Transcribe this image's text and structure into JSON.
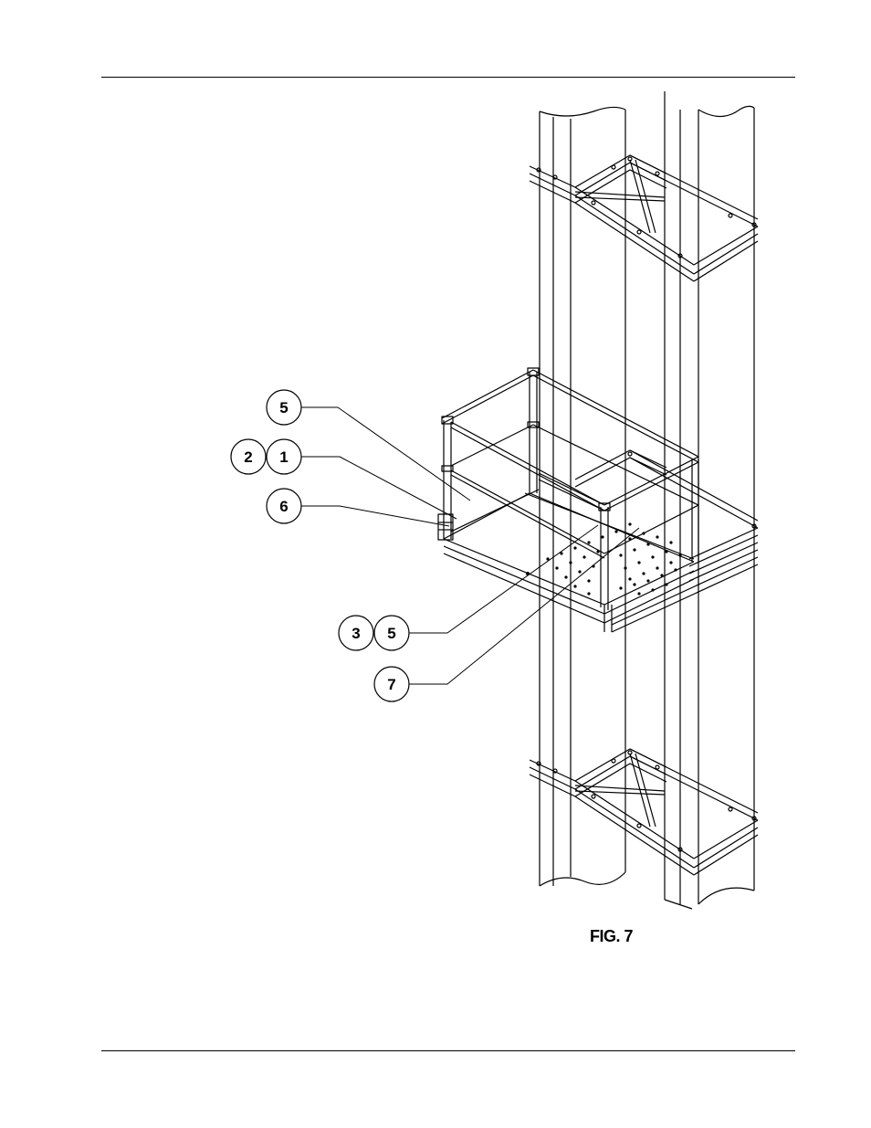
{
  "callouts": [
    {
      "id": "a",
      "labels": [
        "5"
      ]
    },
    {
      "id": "b",
      "labels": [
        "2",
        "1"
      ]
    },
    {
      "id": "c",
      "labels": [
        "6"
      ]
    },
    {
      "id": "d",
      "labels": [
        "3",
        "5"
      ]
    },
    {
      "id": "e",
      "labels": [
        "7"
      ]
    }
  ],
  "caption": "FIG. 7"
}
